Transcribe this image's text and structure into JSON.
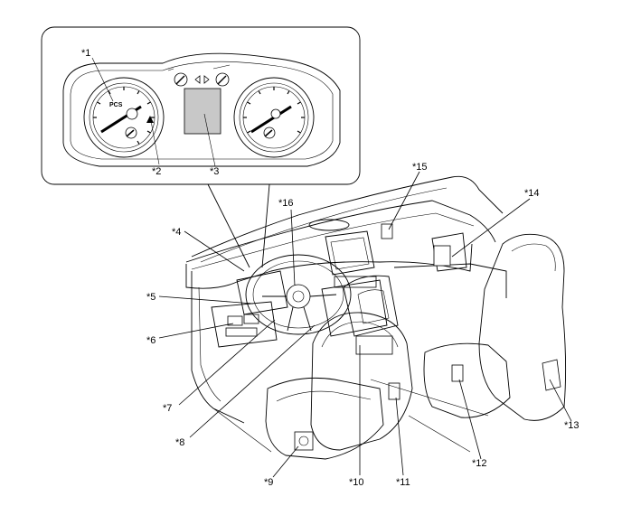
{
  "labels": {
    "l1": "*1",
    "l2": "*2",
    "l3": "*3",
    "l4": "*4",
    "l5": "*5",
    "l6": "*6",
    "l7": "*7",
    "l8": "*8",
    "l9": "*9",
    "l10": "*10",
    "l11": "*11",
    "l12": "*12",
    "l13": "*13",
    "l14": "*14",
    "l15": "*15",
    "l16": "*16"
  },
  "cluster": {
    "pcs_text": "PCS"
  }
}
